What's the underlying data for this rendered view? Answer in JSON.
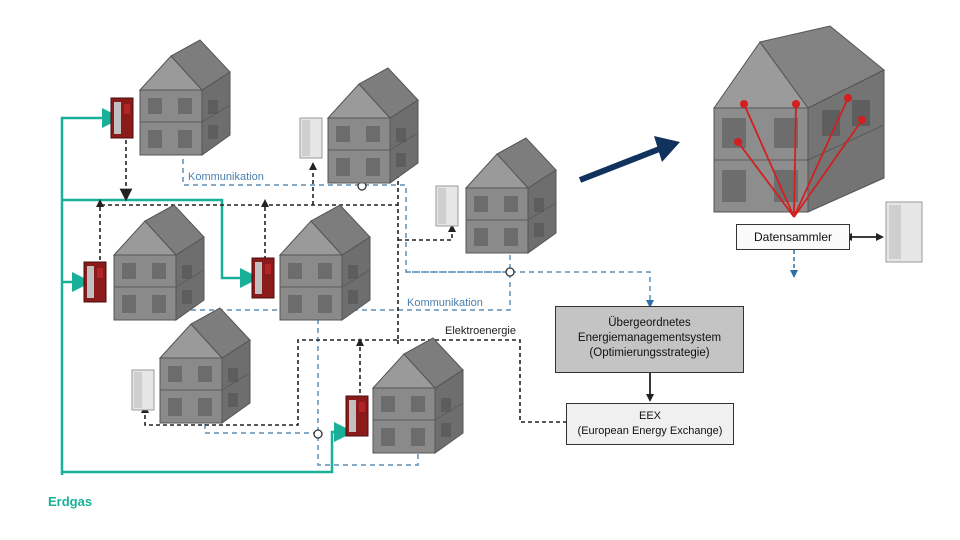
{
  "labels": {
    "erdgas": "Erdgas",
    "kommunikation_top": "Kommunikation",
    "kommunikation_mid": "Kommunikation",
    "elektroenergie": "Elektroenergie"
  },
  "boxes": {
    "datensammler": "Datensammler",
    "ems": {
      "line1": "Übergeordnetes",
      "line2": "Energiemanagementsystem",
      "line3": "(Optimierungsstrategie)"
    },
    "eex": {
      "line1": "EEX",
      "line2": "(European Energy Exchange)"
    }
  },
  "colors": {
    "gas_line": "#19b09a",
    "communication_line": "#5b8fb8",
    "electric_line": "#222222",
    "arrow_navy": "#12325e",
    "sensor_red": "#d21f1f",
    "ems_fill": "#c4c4c4",
    "eex_fill": "#f0f0f0",
    "house": "#8c8c8c"
  }
}
